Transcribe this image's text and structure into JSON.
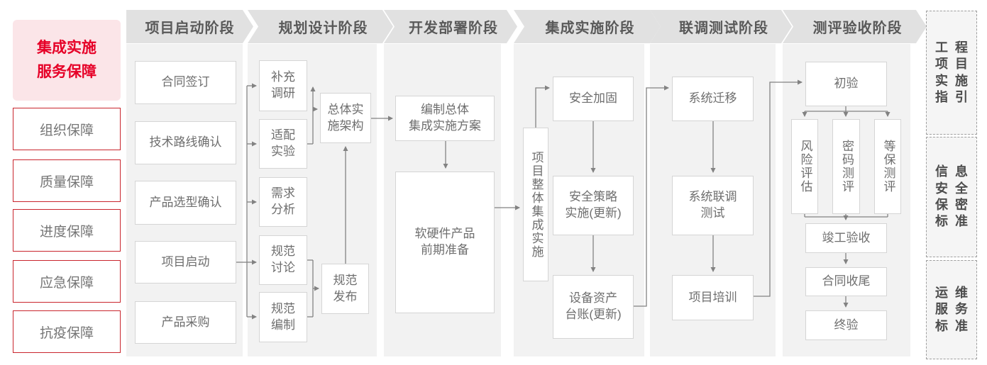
{
  "left_panel": {
    "title": "集成实施\n服务保障",
    "items": [
      "组织保障",
      "质量保障",
      "进度保障",
      "应急保障",
      "抗疫保障"
    ]
  },
  "phases": [
    {
      "label": "项目启动阶段",
      "boxes": [
        "合同签订",
        "技术路线确认",
        "产品选型确认",
        "项目启动",
        "产品采购"
      ]
    },
    {
      "label": "规划设计阶段",
      "boxes": [
        "补充\n调研",
        "适配\n实验",
        "需求\n分析",
        "规范\n讨论",
        "规范\n编制",
        "总体实\n施架构",
        "规范\n发布"
      ]
    },
    {
      "label": "开发部署阶段",
      "boxes": [
        "编制总体\n集成实施方案",
        "软硬件产品\n前期准备"
      ]
    },
    {
      "label": "集成实施阶段",
      "boxes": [
        "项目整体集成实施",
        "安全加固",
        "安全策略\n实施(更新)",
        "设备资产\n台账(更新)"
      ]
    },
    {
      "label": "联调测试阶段",
      "boxes": [
        "系统迁移",
        "系统联调\n测试",
        "项目培训"
      ]
    },
    {
      "label": "测评验收阶段",
      "boxes": [
        "初验",
        "风险评估",
        "密码测评",
        "等保测评",
        "竣工验收",
        "合同收尾",
        "终验"
      ]
    }
  ],
  "right_panel": {
    "items": [
      "工程\n项目\n实施\n指引",
      "信息\n安全\n保密\n标准",
      "运维\n服务\n标准"
    ]
  },
  "colors": {
    "accent_red": "#e60027",
    "red_border": "#c9252d",
    "pink_bg": "#fbe5e8",
    "panel_gray": "#f2f2f2",
    "header_gray": "#e1e1e1",
    "line_gray": "#828282",
    "node_text_gray": "#6e6e6e"
  }
}
